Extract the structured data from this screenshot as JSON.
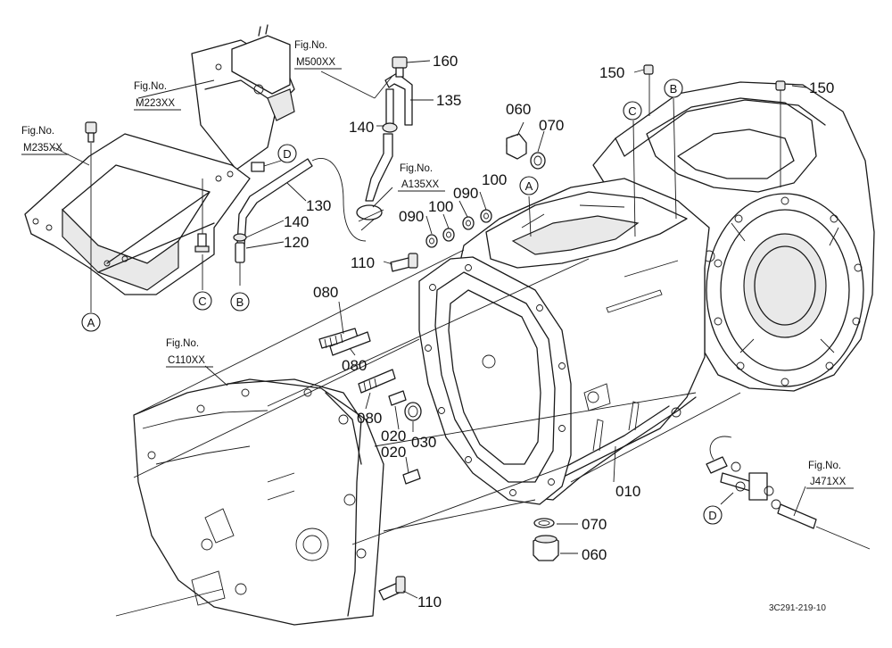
{
  "diagram": {
    "drawing_code": "3C291-219-10",
    "part_labels": [
      {
        "id": "p160",
        "text": "160"
      },
      {
        "id": "p135",
        "text": "135"
      },
      {
        "id": "p140a",
        "text": "140"
      },
      {
        "id": "p130",
        "text": "130"
      },
      {
        "id": "p140b",
        "text": "140"
      },
      {
        "id": "p120",
        "text": "120"
      },
      {
        "id": "p110a",
        "text": "110"
      },
      {
        "id": "p060a",
        "text": "060"
      },
      {
        "id": "p070a",
        "text": "070"
      },
      {
        "id": "p150a",
        "text": "150"
      },
      {
        "id": "p150b",
        "text": "150"
      },
      {
        "id": "p090a",
        "text": "090"
      },
      {
        "id": "p100a",
        "text": "100"
      },
      {
        "id": "p090b",
        "text": "090"
      },
      {
        "id": "p100b",
        "text": "100"
      },
      {
        "id": "p080a",
        "text": "080"
      },
      {
        "id": "p080b",
        "text": "080"
      },
      {
        "id": "p080c",
        "text": "080"
      },
      {
        "id": "p020a",
        "text": "020"
      },
      {
        "id": "p030",
        "text": "030"
      },
      {
        "id": "p020b",
        "text": "020"
      },
      {
        "id": "p010",
        "text": "010"
      },
      {
        "id": "p070b",
        "text": "070"
      },
      {
        "id": "p060b",
        "text": "060"
      },
      {
        "id": "p110b",
        "text": "110"
      }
    ],
    "fig_refs": [
      {
        "id": "fM500",
        "caption": "Fig.No.",
        "code": "M500XX"
      },
      {
        "id": "fM223",
        "caption": "Fig.No.",
        "code": "M223XX"
      },
      {
        "id": "fM235",
        "caption": "Fig.No.",
        "code": "M235XX"
      },
      {
        "id": "fA135",
        "caption": "Fig.No.",
        "code": "A135XX"
      },
      {
        "id": "fC110",
        "caption": "Fig.No.",
        "code": "C110XX"
      },
      {
        "id": "fJ471",
        "caption": "Fig.No.",
        "code": "J471XX"
      }
    ],
    "ref_marks": [
      {
        "id": "rA1",
        "letter": "A"
      },
      {
        "id": "rC1",
        "letter": "C"
      },
      {
        "id": "rB1",
        "letter": "B"
      },
      {
        "id": "rD1",
        "letter": "D"
      },
      {
        "id": "rA2",
        "letter": "A"
      },
      {
        "id": "rC2",
        "letter": "C"
      },
      {
        "id": "rB2",
        "letter": "B"
      },
      {
        "id": "rD2",
        "letter": "D"
      }
    ]
  }
}
